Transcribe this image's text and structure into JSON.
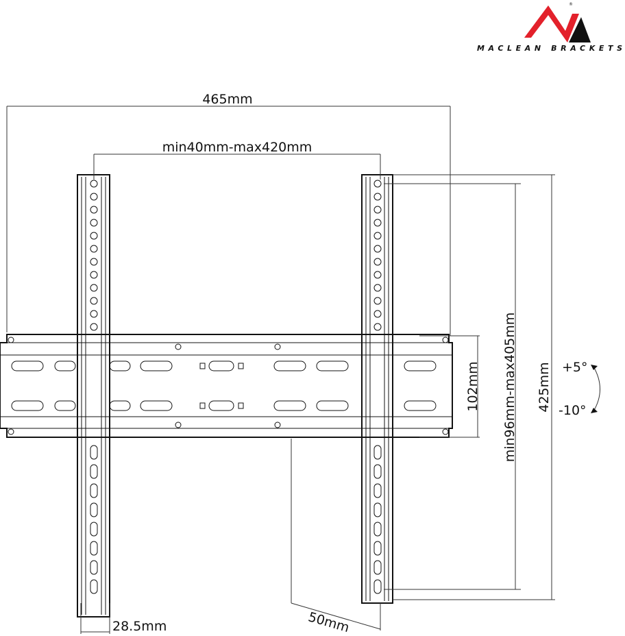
{
  "logo": {
    "brand": "MACLEAN BRACKETS",
    "colors": {
      "red": "#e3212b",
      "black": "#111111"
    }
  },
  "dimensions": {
    "overall_width": "465mm",
    "vesa_horizontal": "min40mm-max420mm",
    "plate_height": "102mm",
    "vesa_vertical": "min96mm-max405mm",
    "arm_height": "425mm",
    "tilt_up": "+5°",
    "tilt_down": "-10°",
    "wall_distance": "50mm",
    "arm_width": "28.5mm"
  }
}
